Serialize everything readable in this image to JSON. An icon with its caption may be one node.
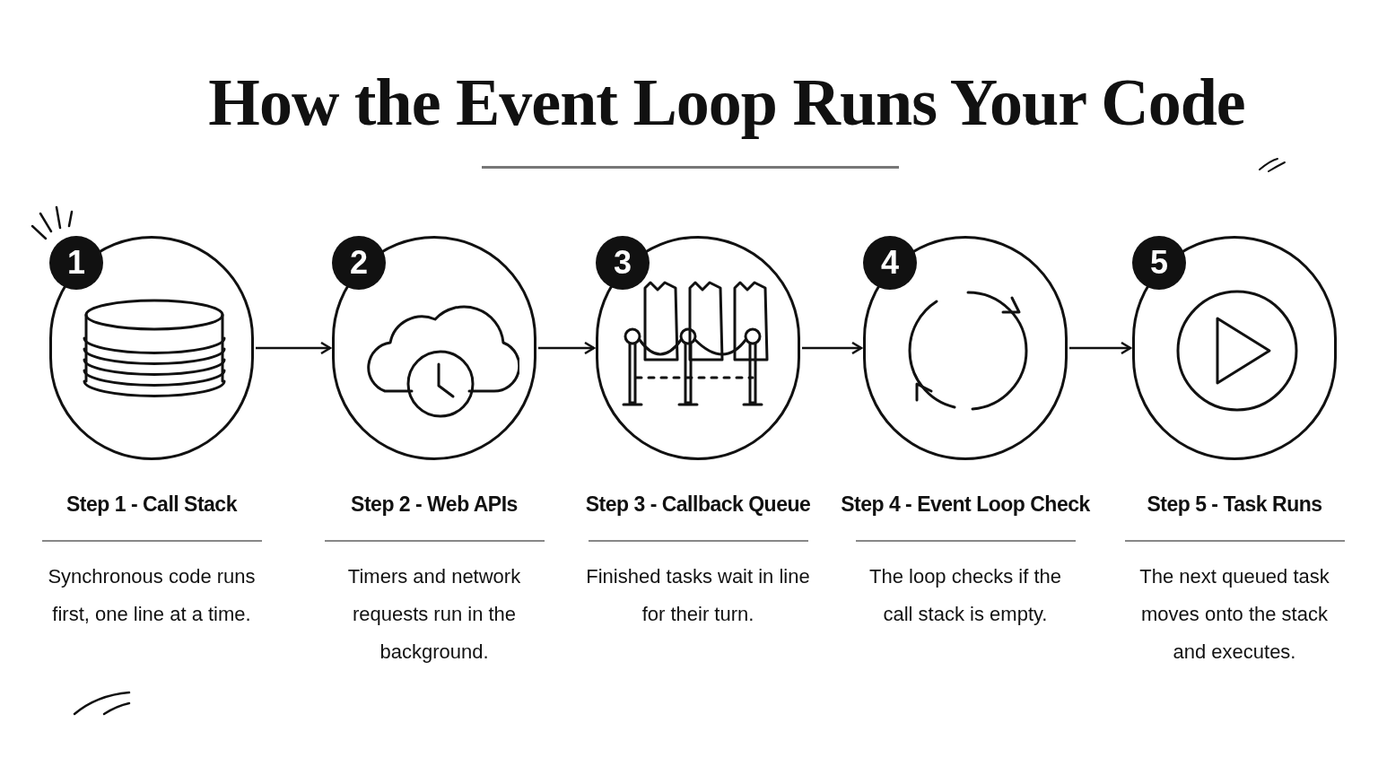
{
  "diagram": {
    "title": "How the Event Loop Runs Your Code",
    "nodes": [
      {
        "text": [
          "1"
        ],
        "beside": [
          "Step 1 - Call Stack",
          "Synchronous code runs first, one line at a time."
        ]
      },
      {
        "text": [
          "2"
        ],
        "beside": [
          "Step 2 - Web APIs",
          "Timers and network requests run in the background."
        ]
      },
      {
        "text": [
          "3"
        ],
        "beside": [
          "Step 3 - Callback Queue",
          "Finished tasks wait in line for their turn."
        ]
      },
      {
        "text": [
          "4"
        ],
        "beside": [
          "Step 4 - Event Loop Check",
          "The loop checks if the call stack is empty."
        ]
      },
      {
        "text": [
          "5"
        ],
        "beside": [
          "Step 5 - Task Runs",
          "The next queued task moves onto the stack and executes."
        ]
      }
    ],
    "edges": [
      {
        "from": 0,
        "to": 1,
        "arrow": "to"
      },
      {
        "from": 1,
        "to": 2,
        "arrow": "to"
      },
      {
        "from": 2,
        "to": 3,
        "arrow": "to"
      },
      {
        "from": 3,
        "to": 4,
        "arrow": "to"
      }
    ]
  }
}
